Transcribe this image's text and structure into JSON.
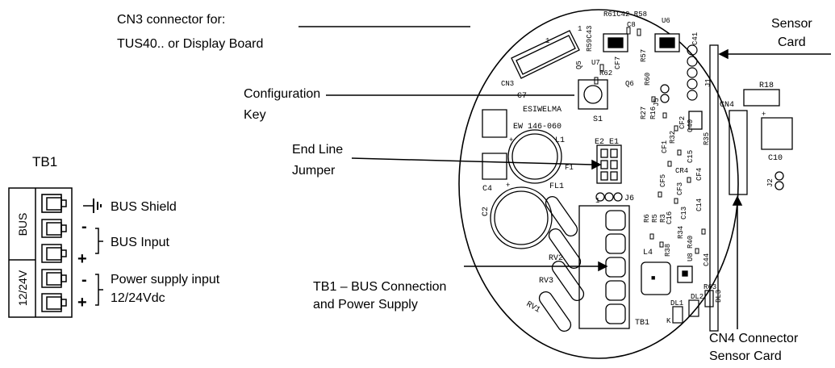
{
  "callouts": {
    "cn3": [
      "CN3 connector for:",
      "TUS40.. or Display Board"
    ],
    "config_key": [
      "Configuration",
      "Key"
    ],
    "end_line": [
      "End Line",
      "Jumper"
    ],
    "tb1_conn": [
      "TB1 – BUS Connection",
      "and Power Supply"
    ],
    "sensor_card": [
      "Sensor",
      "Card"
    ],
    "cn4_conn": [
      "CN4 Connector",
      "Sensor Card"
    ]
  },
  "terminal_block": {
    "title": "TB1",
    "group_bus": "BUS",
    "group_power": "12/24V",
    "bus_shield": "BUS Shield",
    "bus_input": "BUS Input",
    "power_input": [
      "Power supply input",
      "12/24Vdc"
    ],
    "minus": "-",
    "plus": "+"
  },
  "board": {
    "cn3": "CN3",
    "u6": "U6",
    "u7": "U7",
    "q5": "Q5",
    "q6": "Q6",
    "s1": "S1",
    "c7": "C7",
    "brand": "ESIWELMA",
    "model": "EW 146-060",
    "l1": "L1",
    "e2e1": "E2 E1",
    "f1": "F1",
    "fl1": "FL1",
    "j6": "J6",
    "c4": "C4",
    "c2": "C2",
    "rv2": "RV2",
    "rv3": "RV3",
    "rv1": "RV1",
    "tb1": "TB1",
    "l4": "L4",
    "u8": "U8",
    "cn4": "CN4",
    "r18": "R18",
    "c10": "C10",
    "j2": "J2",
    "j1": "J1",
    "r63": "R63",
    "dl1": "DL1",
    "dl2": "DL2",
    "dl3": "DL3",
    "k": "K"
  }
}
